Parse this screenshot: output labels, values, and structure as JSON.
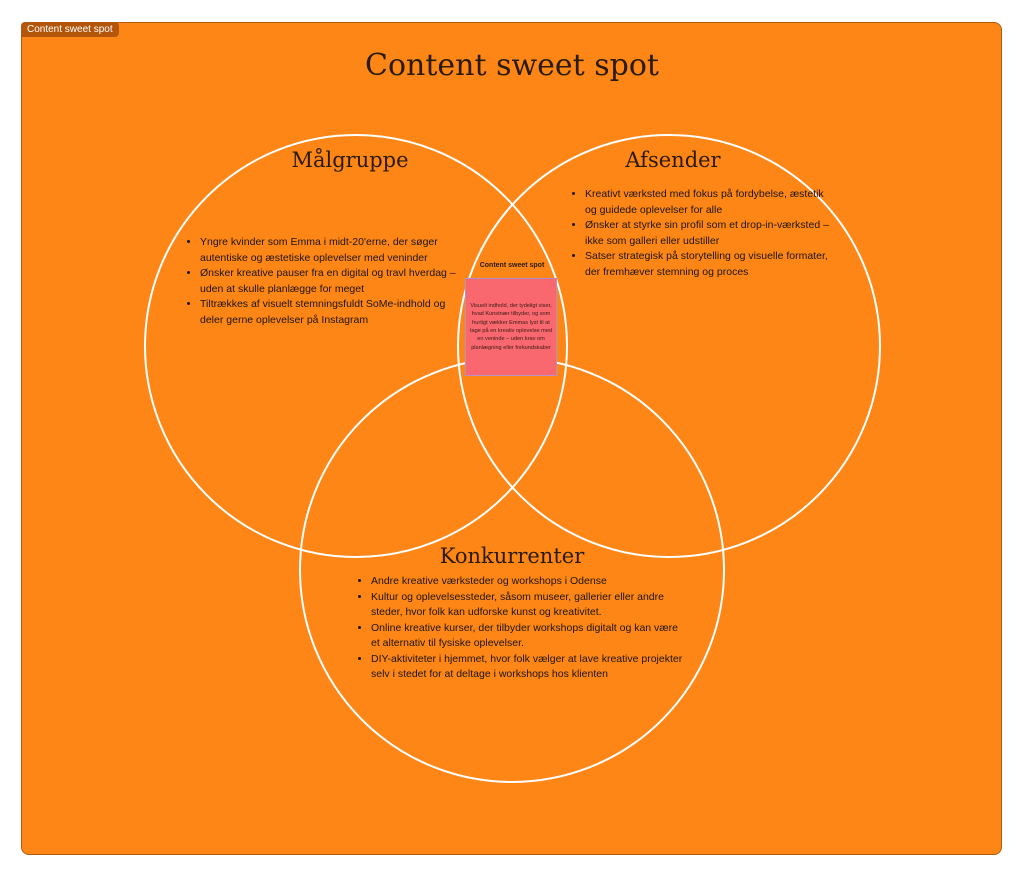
{
  "frame_tag": "Content sweet spot",
  "title": "Content sweet spot",
  "circles": {
    "malgruppe": {
      "heading": "Målgruppe",
      "items": [
        "Yngre kvinder som Emma i midt-20'erne, der søger autentiske og æstetiske oplevelser med veninder",
        "Ønsker kreative pauser fra en digital og travl hverdag – uden at skulle planlægge for meget",
        "Tiltrækkes af visuelt stemningsfuldt SoMe-indhold og deler gerne oplevelser på Instagram"
      ]
    },
    "afsender": {
      "heading": "Afsender",
      "items": [
        "Kreativt værksted med fokus på fordybelse, æstetik og guidede oplevelser for alle",
        "Ønsker at styrke sin profil som et drop-in-værksted – ikke som galleri eller udstiller",
        "Satser strategisk på storytelling og visuelle formater, der fremhæver stemning og proces"
      ]
    },
    "konkurrenter": {
      "heading": "Konkurrenter",
      "items": [
        "Andre kreative værksteder og workshops i Odense",
        "Kultur og oplevelsessteder, såsom museer, gallerier eller andre steder, hvor folk kan udforske kunst og kreativitet.",
        "Online kreative kurser, der tilbyder workshops digitalt og kan være et alternativ til fysiske oplevelser.",
        "DIY-aktiviteter i hjemmet, hvor folk vælger at lave kreative projekter selv i stedet for at deltage i workshops hos klienten"
      ]
    }
  },
  "sweet_spot": {
    "label": "Content sweet spot",
    "note": "Visuelt indhold, der tydeligt viser, hvad Kunstnær tilbyder, og som hurtigt vækker Emmas lyst til at tage på en kreativ oplevelse med en veninde – uden krav om planlægning eller forkundskaber"
  }
}
